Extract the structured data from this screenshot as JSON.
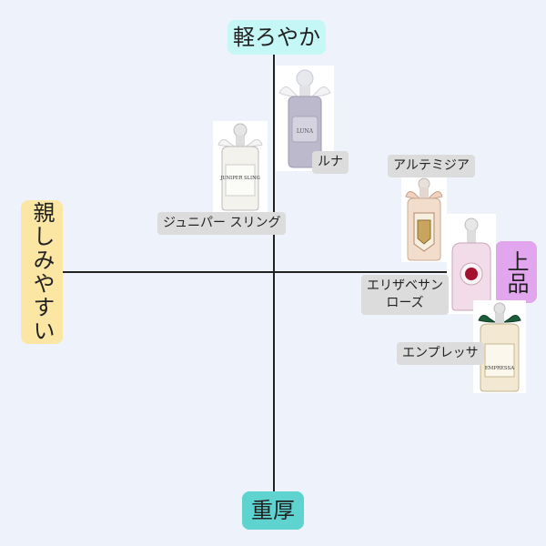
{
  "axes": {
    "top": "軽ろやか",
    "bottom": "重厚",
    "left": "親しみやすい",
    "right": "上品"
  },
  "items": [
    {
      "name": "ルナ",
      "bottle_label": "LUNA",
      "cap_color": "#dfe3ea",
      "liquid_color": "#b9b6c9"
    },
    {
      "name": "ジュニパー スリング",
      "bottle_label": "JUNIPER SLING",
      "cap_color": "#d9d9d9",
      "liquid_color": "#f3f1ea"
    },
    {
      "name": "アルテミジア",
      "bottle_label": "",
      "cap_color": "#e9d5c8",
      "liquid_color": "#f1d8c4"
    },
    {
      "name_line1": "エリザベサン",
      "name_line2": "ローズ",
      "bottle_label": "",
      "cap_color": "#d9d9d9",
      "liquid_color": "#f2dbe8"
    },
    {
      "name": "エンプレッサ",
      "bottle_label": "EMPRESSA",
      "cap_color": "#1d5e3a",
      "liquid_color": "#f3e9d2"
    }
  ]
}
